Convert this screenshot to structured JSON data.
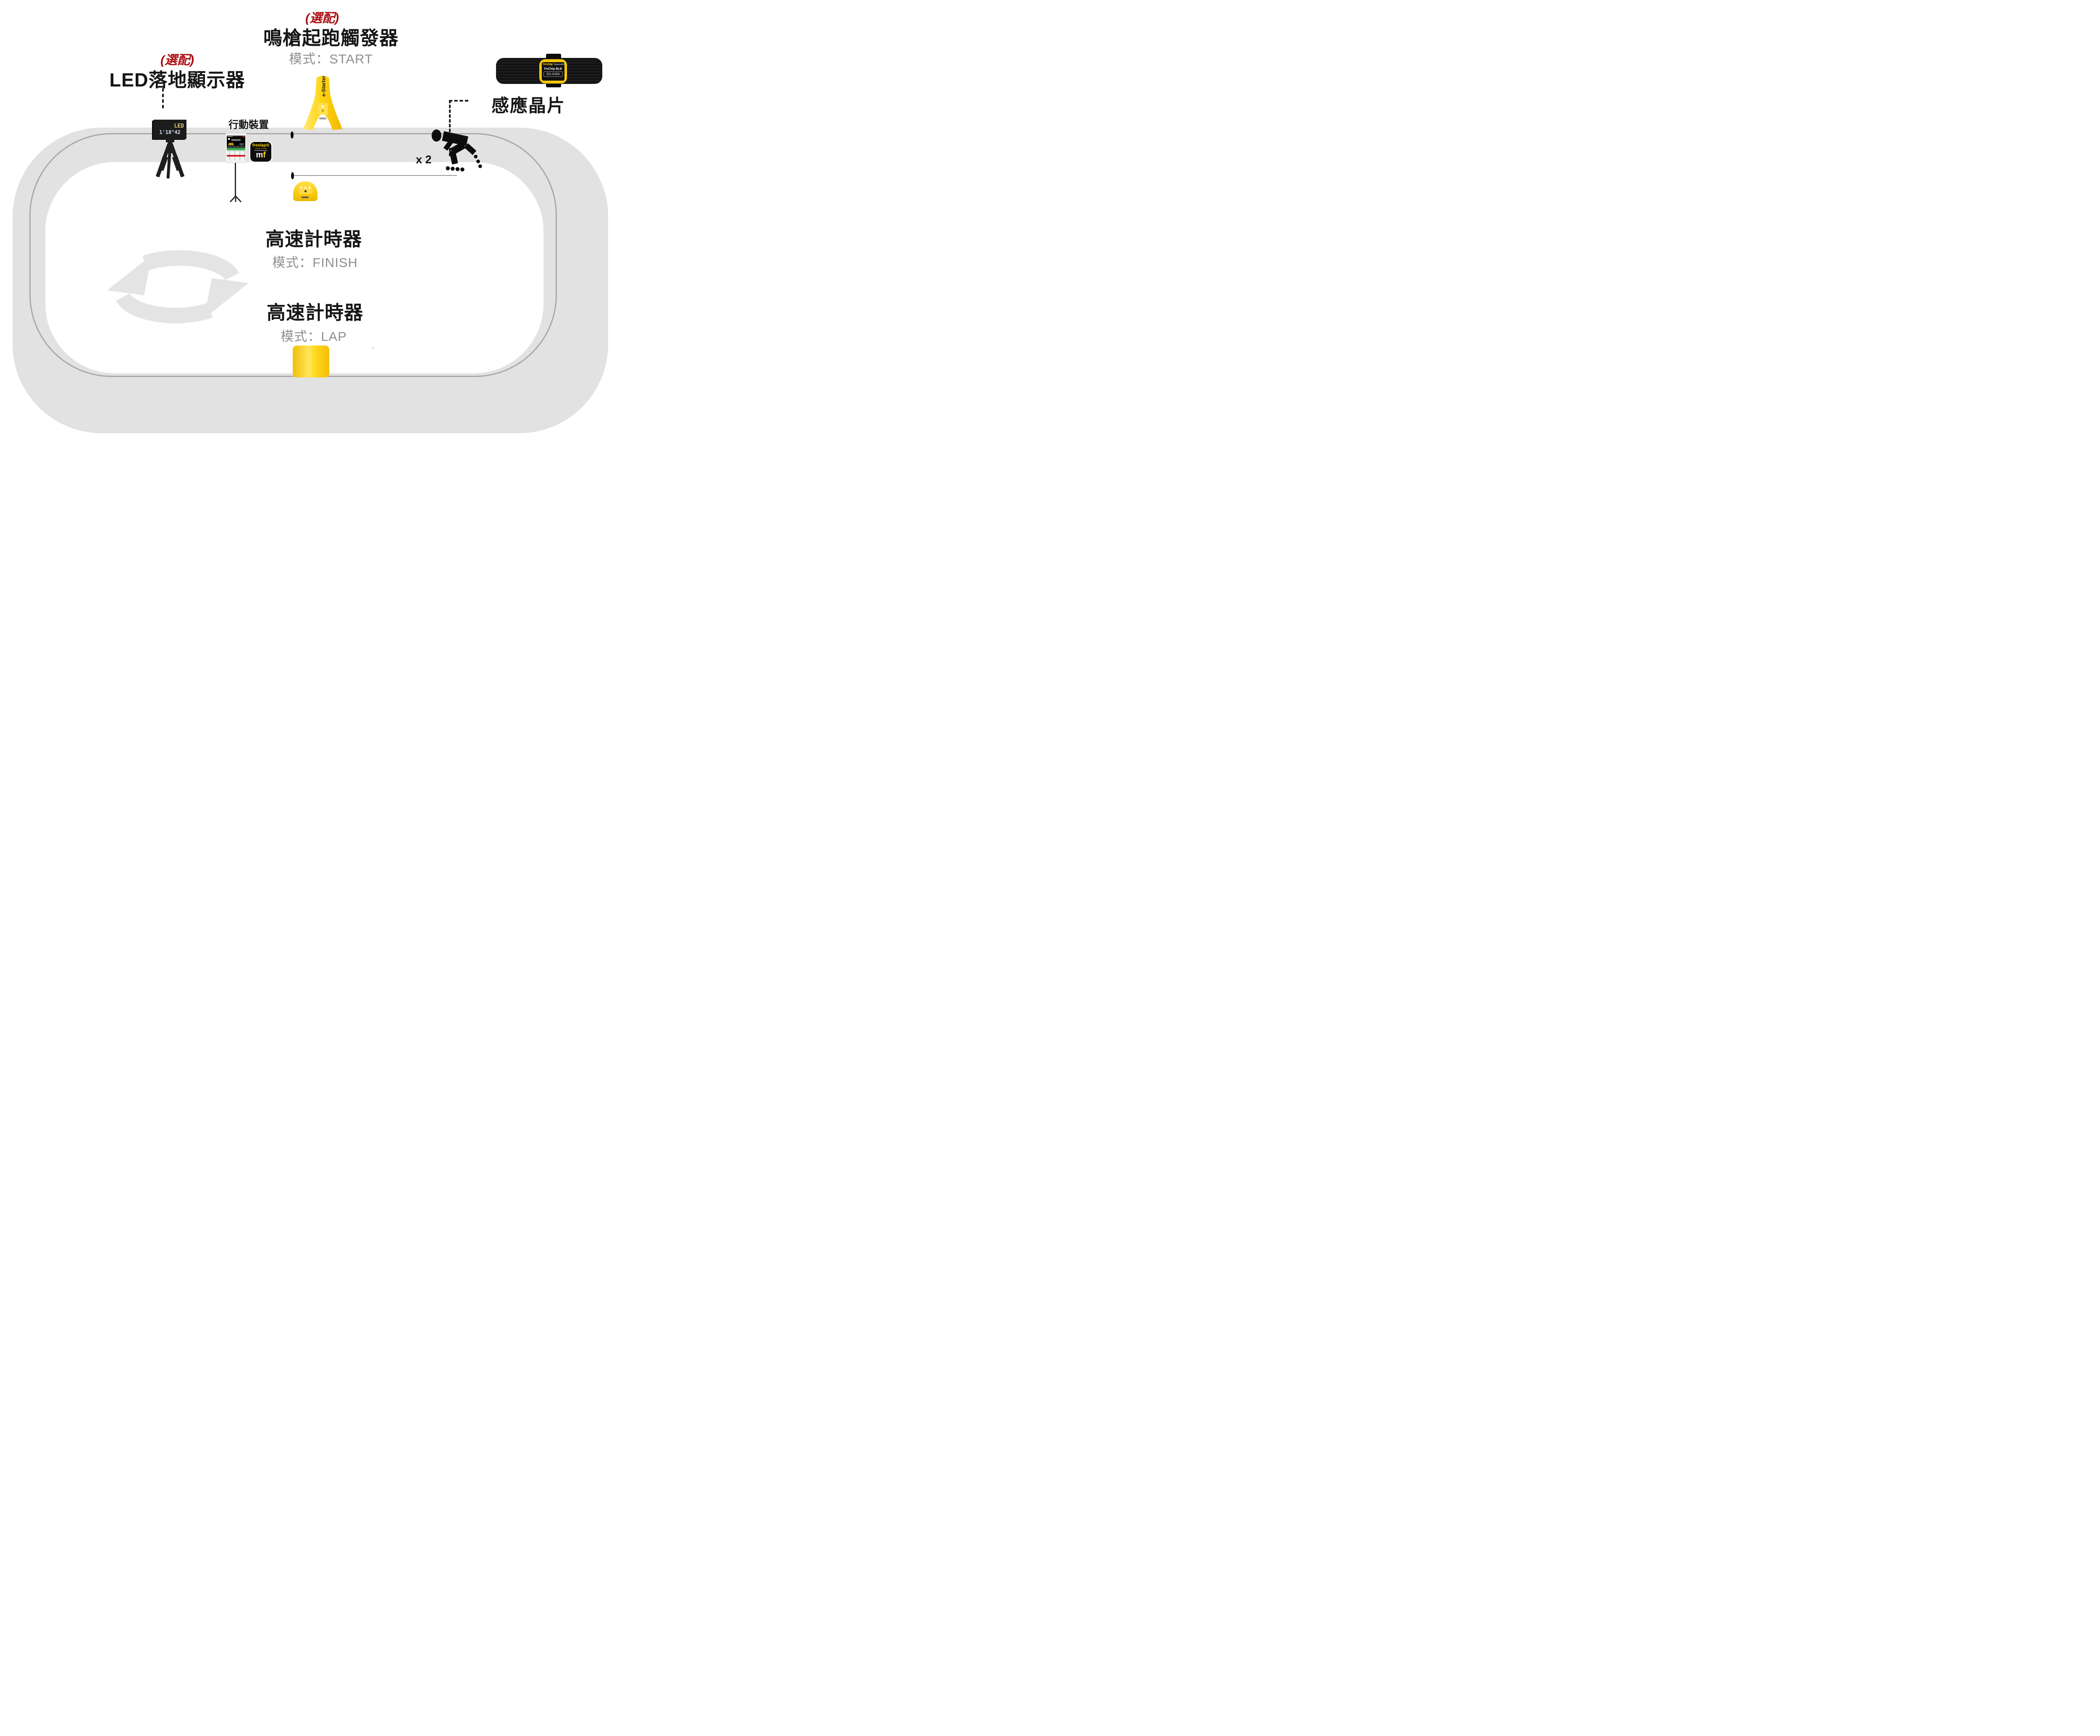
{
  "labels": {
    "starter_optional": "(選配)",
    "starter_title": "鳴槍起跑觸發器",
    "starter_mode": "模式：START",
    "led_optional": "(選配)",
    "led_title": "LED落地顯示器",
    "mobile_label": "行動裝置",
    "chip_label": "感應晶片",
    "athlete_count": "x 2",
    "finish_title": "高速計時器",
    "finish_mode": "模式：FINISH",
    "lap_title": "高速計時器",
    "lap_mode": "模式：LAP"
  },
  "led_display": {
    "line1": "LED",
    "line2": "1'18\"42"
  },
  "estarter": {
    "label": "e-Starter"
  },
  "chip": {
    "brand": "freelap",
    "bluetooth_glyph": "ᛒ",
    "bluetooth": "Bluetooth®",
    "model": "FxChip BLE",
    "serial": "BA-6466"
  },
  "app_icon": {
    "brand": "freelap®",
    "tagline": "freedom of timing",
    "logo_m": "m",
    "logo_f": "f"
  },
  "decoration": {
    "apostrophe": "'"
  },
  "colors": {
    "accent_red": "#ab0f13",
    "device_yellow": "#ffd516",
    "track_gray": "#e2e2e2",
    "lane_line_gray": "#a9a9a9",
    "muted_text_gray": "#8f8f8f",
    "led_yellow": "#d9c76b",
    "led_white": "#d7e2f2"
  }
}
